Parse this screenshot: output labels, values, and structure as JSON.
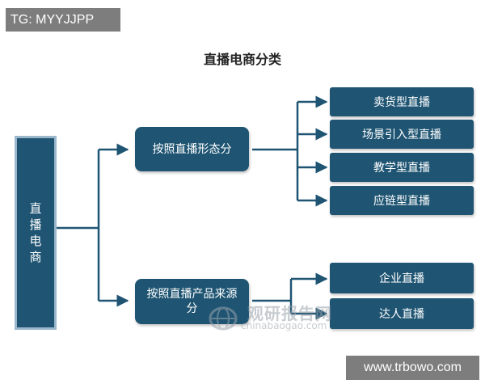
{
  "tags": {
    "top": "TG: MYYJJPP",
    "bottom": "www.trbowo.com"
  },
  "title": "直播电商分类",
  "root": {
    "chars": [
      "直",
      "播",
      "电",
      "商"
    ]
  },
  "branches": [
    {
      "label": "按照直播形态分",
      "leaves": [
        "卖货型直播",
        "场景引入型直播",
        "教学型直播",
        "应链型直播"
      ]
    },
    {
      "label_lines": [
        "按照直播产品来源",
        "分"
      ],
      "leaves": [
        "企业直播",
        "达人直播"
      ]
    }
  ],
  "watermark": {
    "cn": "观研报告网",
    "en": "chinabaogao.com"
  },
  "colors": {
    "box": "#1f5573",
    "root_border": "#9ab7cb",
    "connector": "#1f5573"
  }
}
